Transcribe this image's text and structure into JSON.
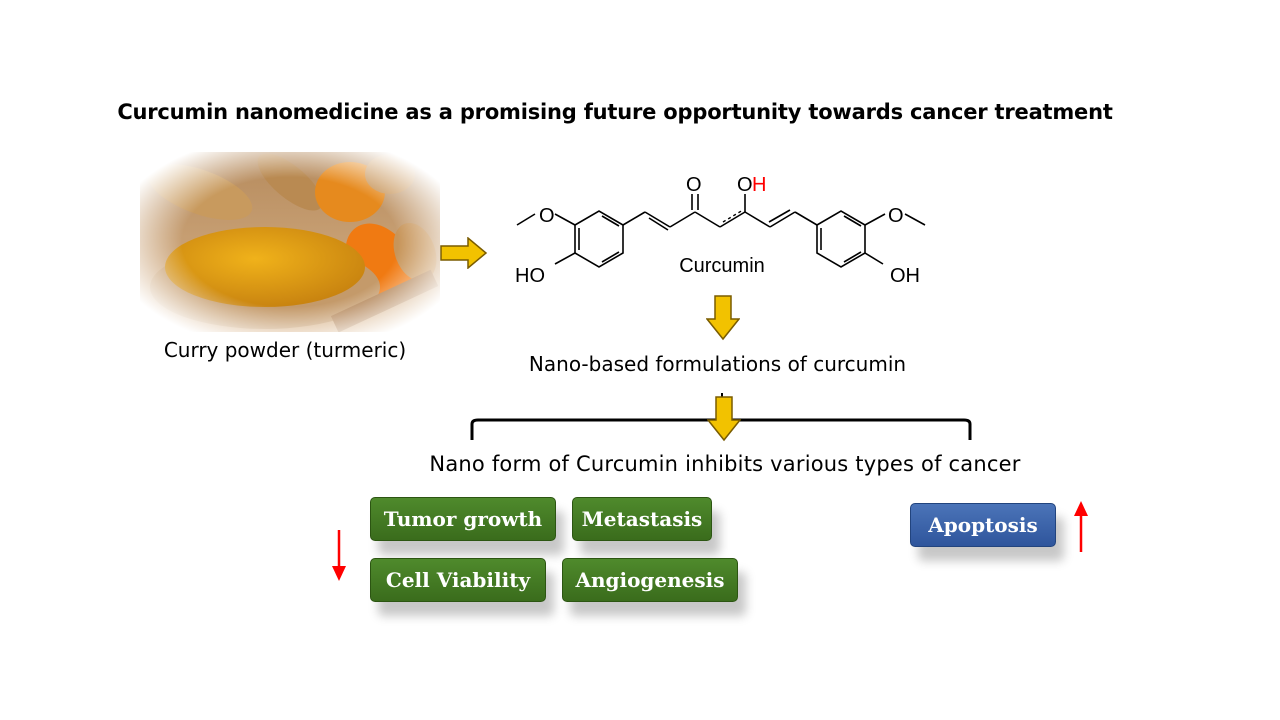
{
  "title": "Curcumin nanomedicine as a promising future opportunity towards cancer treatment",
  "photo_caption": "Curry powder (turmeric)",
  "molecule": {
    "name": "Curcumin",
    "labels": {
      "carbonyl_o": "O",
      "enol_o": "O",
      "enol_h": "H",
      "left_oh": "HO",
      "right_oh": "OH",
      "left_ome": "O",
      "right_ome": "O"
    }
  },
  "formulations_label": "Nano-based formulations of curcumin",
  "inhibits_label": "Nano form of Curcumin inhibits various types of cancer",
  "effects": {
    "decreased": [
      "Tumor growth",
      "Metastasis",
      "Cell Viability",
      "Angiogenesis"
    ],
    "increased": [
      "Apoptosis"
    ]
  },
  "colors": {
    "arrow_fill": "#f2c200",
    "arrow_stroke": "#7a5c00",
    "green_box": "#3f7622",
    "blue_box": "#2f559c",
    "red_arrow": "#ff0000",
    "h_label": "#ff0000"
  }
}
